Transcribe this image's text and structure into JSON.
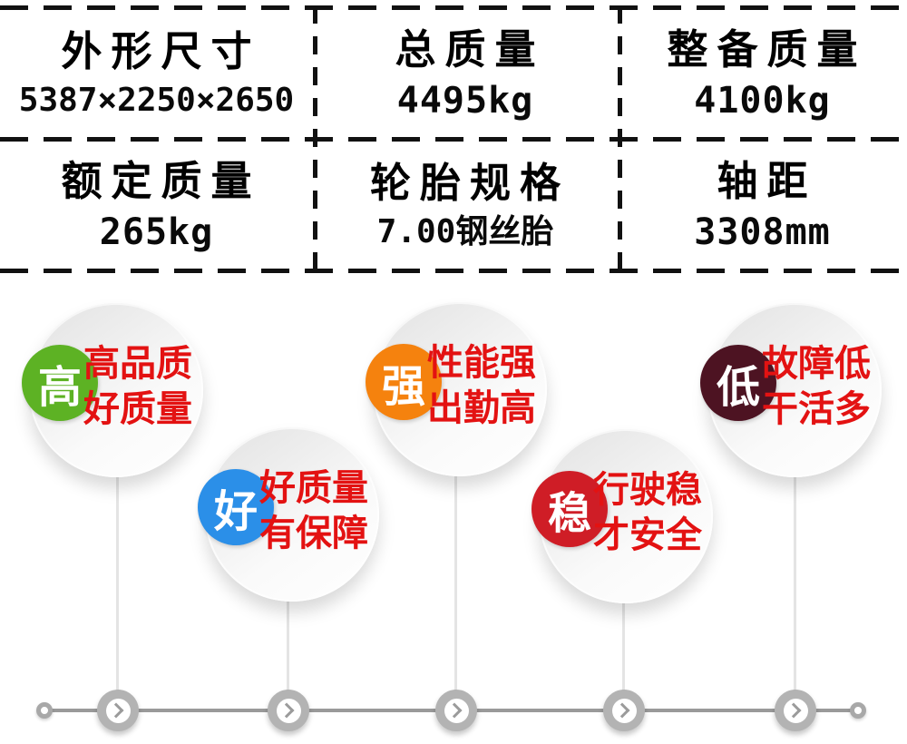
{
  "spec_table": {
    "cells": [
      {
        "label": "外形尺寸",
        "value": "5387×2250×2650"
      },
      {
        "label": "总质量",
        "value": "4495kg"
      },
      {
        "label": "整备质量",
        "value": "4100kg"
      },
      {
        "label": "额定质量",
        "value": "265kg"
      },
      {
        "label": "轮胎规格",
        "value": "7.00钢丝胎"
      },
      {
        "label": "轴距",
        "value": "3308mm"
      }
    ]
  },
  "features": [
    {
      "badge": "高",
      "badge_color": "#5db224",
      "line1": "高品质",
      "line2": "好质量"
    },
    {
      "badge": "好",
      "badge_color": "#2b8fe8",
      "line1": "好质量",
      "line2": "有保障"
    },
    {
      "badge": "强",
      "badge_color": "#f5820e",
      "line1": "性能强",
      "line2": "出勤高"
    },
    {
      "badge": "稳",
      "badge_color": "#cf1d26",
      "line1": "行驶稳",
      "line2": "才安全"
    },
    {
      "badge": "低",
      "badge_color": "#4d1322",
      "line1": "故障低",
      "line2": "干活多"
    }
  ],
  "icons": {
    "timeline_node": "chevron-right-icon"
  },
  "colors": {
    "feature_text": "#e31212",
    "table_line": "#111111",
    "timeline_line": "#9a9a9a"
  }
}
